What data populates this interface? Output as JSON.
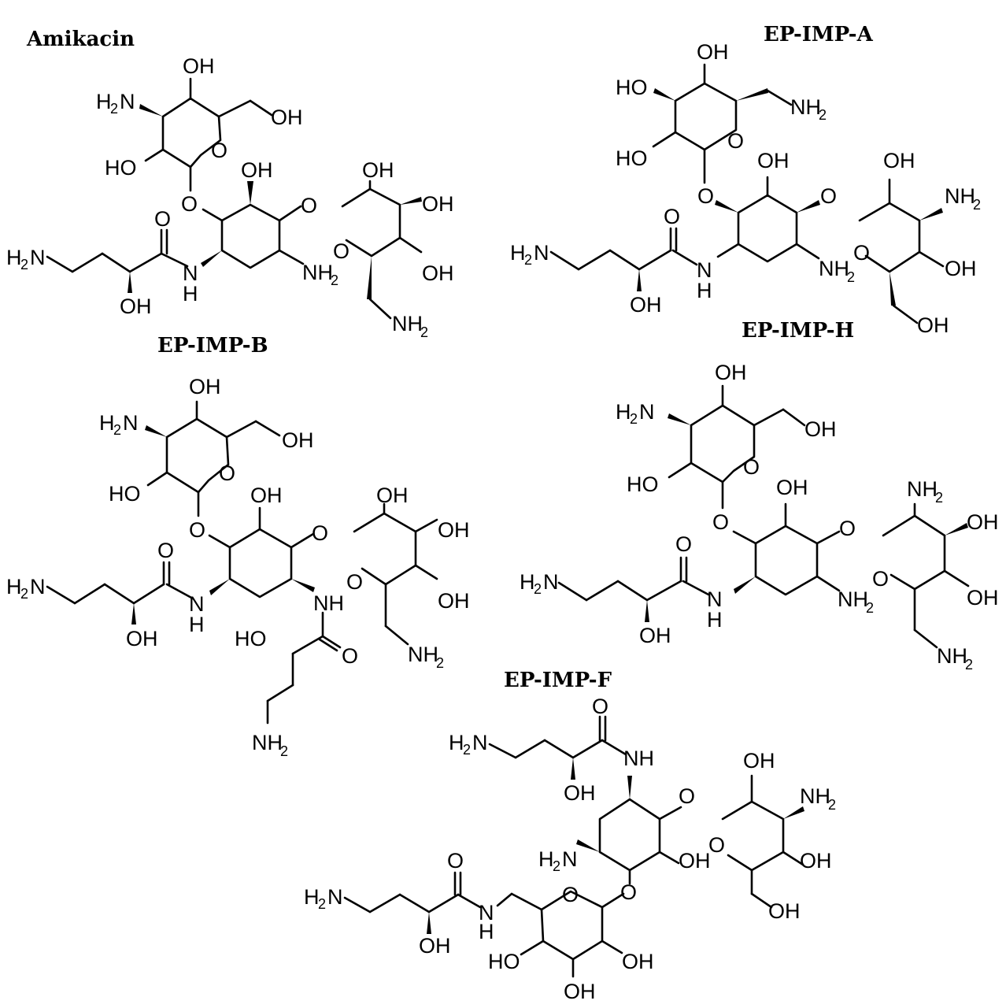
{
  "titles": {
    "amikacin": "Amikacin",
    "ep_imp_a": "EP-IMP-A",
    "ep_imp_b": "EP-IMP-B",
    "ep_imp_h": "EP-IMP-H",
    "ep_imp_f": "EP-IMP-F"
  },
  "atoms": {
    "oh": "OH",
    "ho": "HO",
    "o": "O",
    "n": "N",
    "h": "H",
    "nh": "NH",
    "nh2": "NH",
    "h2n": "H",
    "sub2": "2"
  }
}
